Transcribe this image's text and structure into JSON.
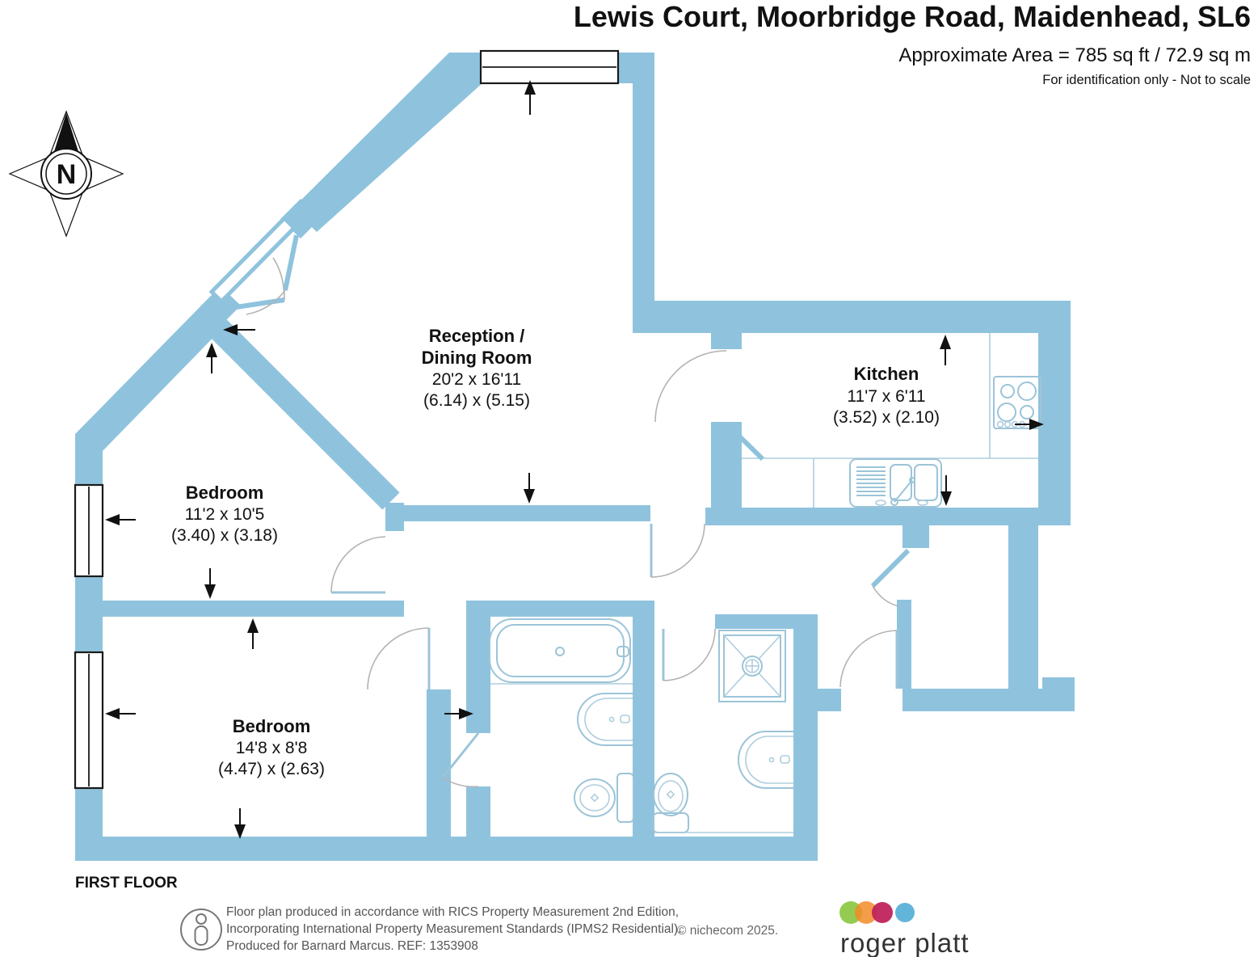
{
  "header": {
    "title": "Lewis Court, Moorbridge Road, Maidenhead, SL6",
    "area": "Approximate Area = 785 sq ft / 72.9 sq m",
    "disclaimer": "For identification only - Not to scale"
  },
  "floor_label": "FIRST FLOOR",
  "compass": {
    "label": "N"
  },
  "rooms": [
    {
      "id": "reception",
      "name": "Reception /",
      "name2": "Dining Room",
      "imperial": "20'2 x 16'11",
      "metric": "(6.14) x (5.15)"
    },
    {
      "id": "kitchen",
      "name": "Kitchen",
      "imperial": "11'7 x 6'11",
      "metric": "(3.52) x (2.10)"
    },
    {
      "id": "bedroom-1",
      "name": "Bedroom",
      "imperial": "11'2 x 10'5",
      "metric": "(3.40) x (3.18)"
    },
    {
      "id": "bedroom-2",
      "name": "Bedroom",
      "imperial": "14'8 x 8'8",
      "metric": "(4.47) x (2.63)"
    }
  ],
  "footer": {
    "line1": "Floor plan produced in accordance with RICS Property Measurement 2nd Edition,",
    "line2": "Incorporating International Property Measurement Standards (IPMS2 Residential).",
    "line3": "Produced for Barnard Marcus.   REF:  1353908",
    "credit": "© nichecom 2025.",
    "agency": "roger platt"
  },
  "colors": {
    "wall": "#8fc3dd",
    "fixture_outline": "#9cc4d8",
    "logo_green": "#8bc53f",
    "logo_orange": "#f28c28",
    "logo_crimson": "#c0245c",
    "logo_blue": "#62b5d9"
  }
}
